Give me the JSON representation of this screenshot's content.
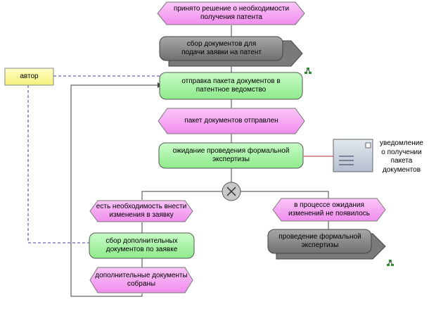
{
  "nodes": {
    "event_decision": "принято решение о необходимости\nполучения патента",
    "func_collect_docs": "сбор документов для\nподачи заявки на патент",
    "func_send_package": "отправка пакета документов в\nпатентное ведомство",
    "event_package_sent": "пакет документов отправлен",
    "func_await_exam": "ожидание проведения формальной\nэкспертизы",
    "event_need_changes": "есть необходимость внести\nизменения в заявку",
    "func_collect_extra": "сбор дополнительных\nдокументов по заявке",
    "event_extra_collected": "дополнительные документы\nсобраны",
    "event_no_changes": "в процессе ожидания\nизменений не появилось",
    "func_formal_exam": "проведение формальной\nэкспертизы",
    "actor_author": "автор",
    "doc_notification": "уведомление\nо получении\nпакета\nдокументов"
  },
  "connector": {
    "type": "xor",
    "symbol": "×"
  },
  "colors": {
    "event_fill": "#f5a3f2",
    "function_fill": "#a5f5a3",
    "process_interface_fill": "#8c8c8c",
    "actor_fill": "#ffffa8",
    "document_fill": "#c9d2de",
    "connector_fill": "#c8c8c8",
    "assignment_line": "#3b3b9c",
    "document_line": "#b03030",
    "flow_line": "#404040"
  }
}
